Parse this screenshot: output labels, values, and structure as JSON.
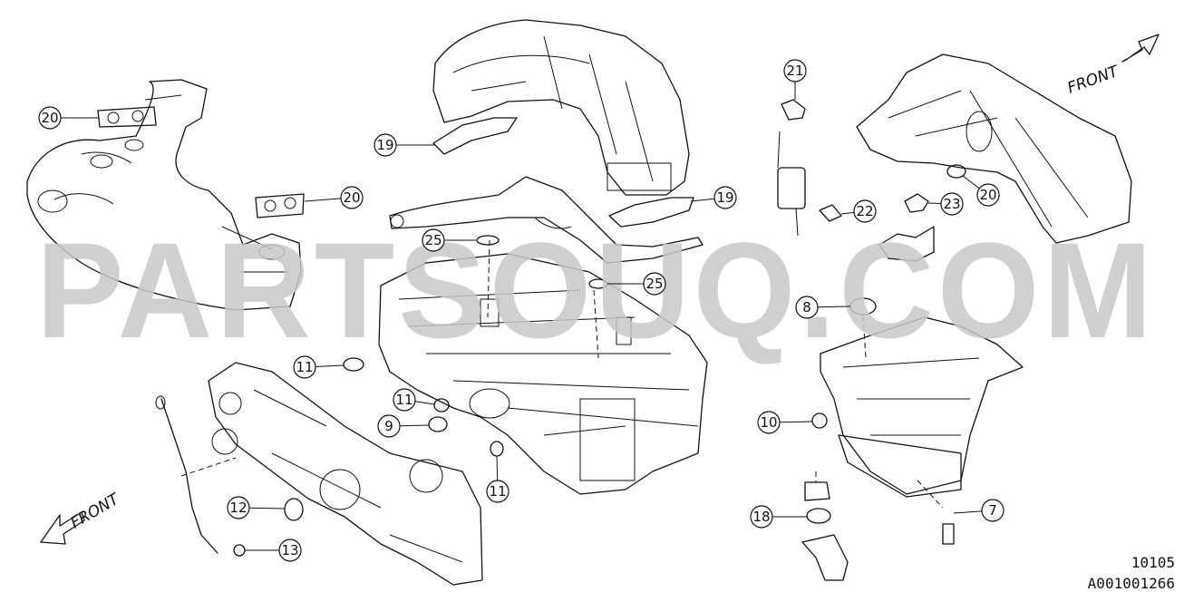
{
  "watermark": "PARTSOUQ.COM",
  "front_labels": [
    "FRONT",
    "FRONT"
  ],
  "diagram_code": "10105",
  "diagram_id": "A001001266",
  "callouts": [
    {
      "id": "c-20a",
      "label": "20"
    },
    {
      "id": "c-20b",
      "label": "20"
    },
    {
      "id": "c-19a",
      "label": "19"
    },
    {
      "id": "c-19b",
      "label": "19"
    },
    {
      "id": "c-25a",
      "label": "25"
    },
    {
      "id": "c-25b",
      "label": "25"
    },
    {
      "id": "c-11a",
      "label": "11"
    },
    {
      "id": "c-11b",
      "label": "11"
    },
    {
      "id": "c-11c",
      "label": "11"
    },
    {
      "id": "c-9",
      "label": "9"
    },
    {
      "id": "c-12",
      "label": "12"
    },
    {
      "id": "c-13",
      "label": "13"
    },
    {
      "id": "c-21",
      "label": "21"
    },
    {
      "id": "c-22",
      "label": "22"
    },
    {
      "id": "c-23",
      "label": "23"
    },
    {
      "id": "c-20c",
      "label": "20"
    },
    {
      "id": "c-8",
      "label": "8"
    },
    {
      "id": "c-10",
      "label": "10"
    },
    {
      "id": "c-18",
      "label": "18"
    },
    {
      "id": "c-7",
      "label": "7"
    }
  ]
}
